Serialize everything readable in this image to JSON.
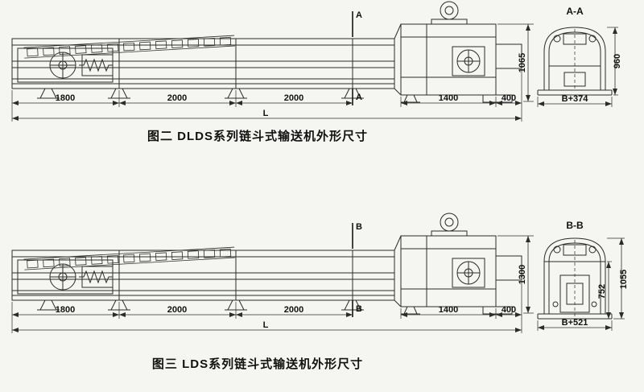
{
  "colors": {
    "ink": "#2b2b2b",
    "background": "#f5f5f2"
  },
  "figures": {
    "fig2": {
      "caption": "图二  DLDS系列链斗式输送机外形尺寸",
      "section_marker": "A",
      "section_view": "A-A",
      "dims": {
        "seg1": "1800",
        "seg2": "2000",
        "seg3": "2000",
        "total": "L",
        "head": "1400",
        "outlet": "400",
        "height": "1065"
      },
      "section": {
        "height": "960",
        "width": "B+374"
      }
    },
    "fig3": {
      "caption": "图三  LDS系列链斗式输送机外形尺寸",
      "section_marker": "B",
      "section_view": "B-B",
      "dims": {
        "seg1": "1800",
        "seg2": "2000",
        "seg3": "2000",
        "total": "L",
        "head": "1400",
        "outlet": "400",
        "height": "1300"
      },
      "section": {
        "inner_height": "752",
        "height": "1055",
        "width": "B+521"
      }
    }
  }
}
